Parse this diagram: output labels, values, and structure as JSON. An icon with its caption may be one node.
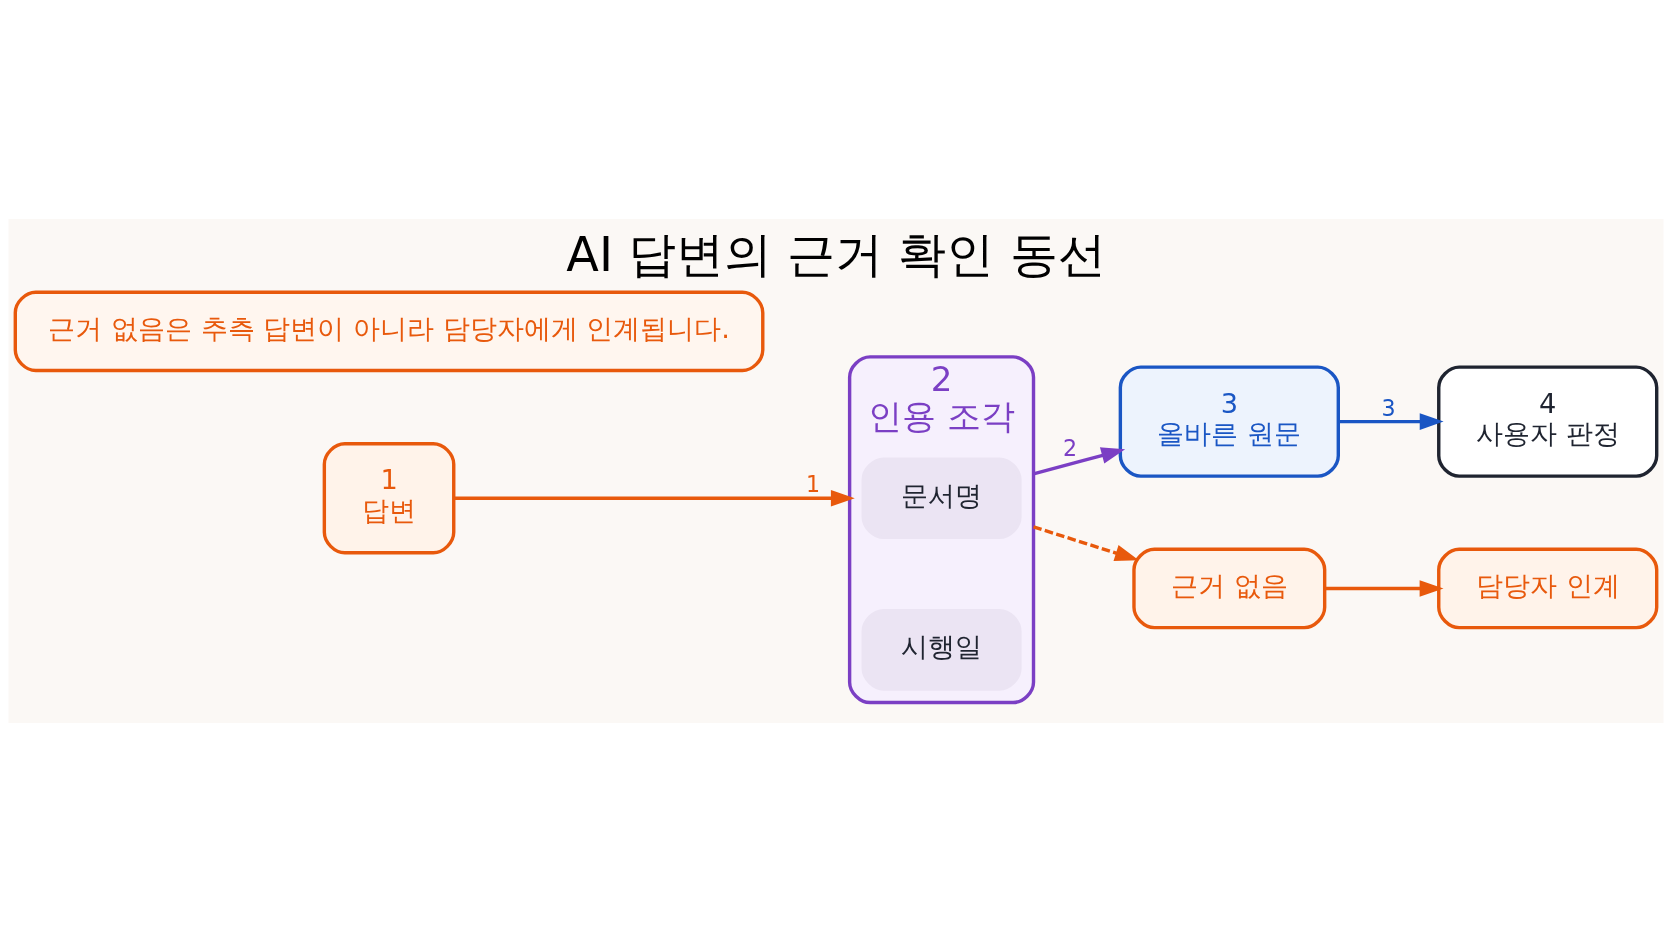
{
  "diagram": {
    "title": "AI 답변의 근거 확인 동선",
    "nodes": [
      {
        "text": [
          "1",
          "답변"
        ]
      },
      {
        "text": [
          "2",
          "인용 조각"
        ]
      },
      {
        "text": [
          "문서명"
        ],
        "in": 1
      },
      {
        "text": [
          "시행일"
        ],
        "in": 1
      },
      {
        "text": [
          "3",
          "올바른 원문"
        ]
      },
      {
        "text": [
          "4",
          "사용자 판정"
        ]
      },
      {
        "text": [
          "근거 없음"
        ]
      },
      {
        "text": [
          "담당자 인계"
        ]
      },
      {
        "text": [
          "근거 없음은 추측 답변이 아니라 담당자에게 인계됩니다."
        ]
      }
    ],
    "edges": [
      {
        "from": 0,
        "to": 1,
        "arrow": "to",
        "label": "1"
      },
      {
        "from": 1,
        "to": 4,
        "arrow": "to",
        "label": "2",
        "color": "#7b3fc4"
      },
      {
        "from": 4,
        "to": 5,
        "arrow": "to",
        "label": "3",
        "color": "#1a56c4"
      },
      {
        "from": 1,
        "to": 6,
        "arrow": "to",
        "style": "dashed"
      },
      {
        "from": 6,
        "to": 7,
        "arrow": "to"
      }
    ]
  }
}
